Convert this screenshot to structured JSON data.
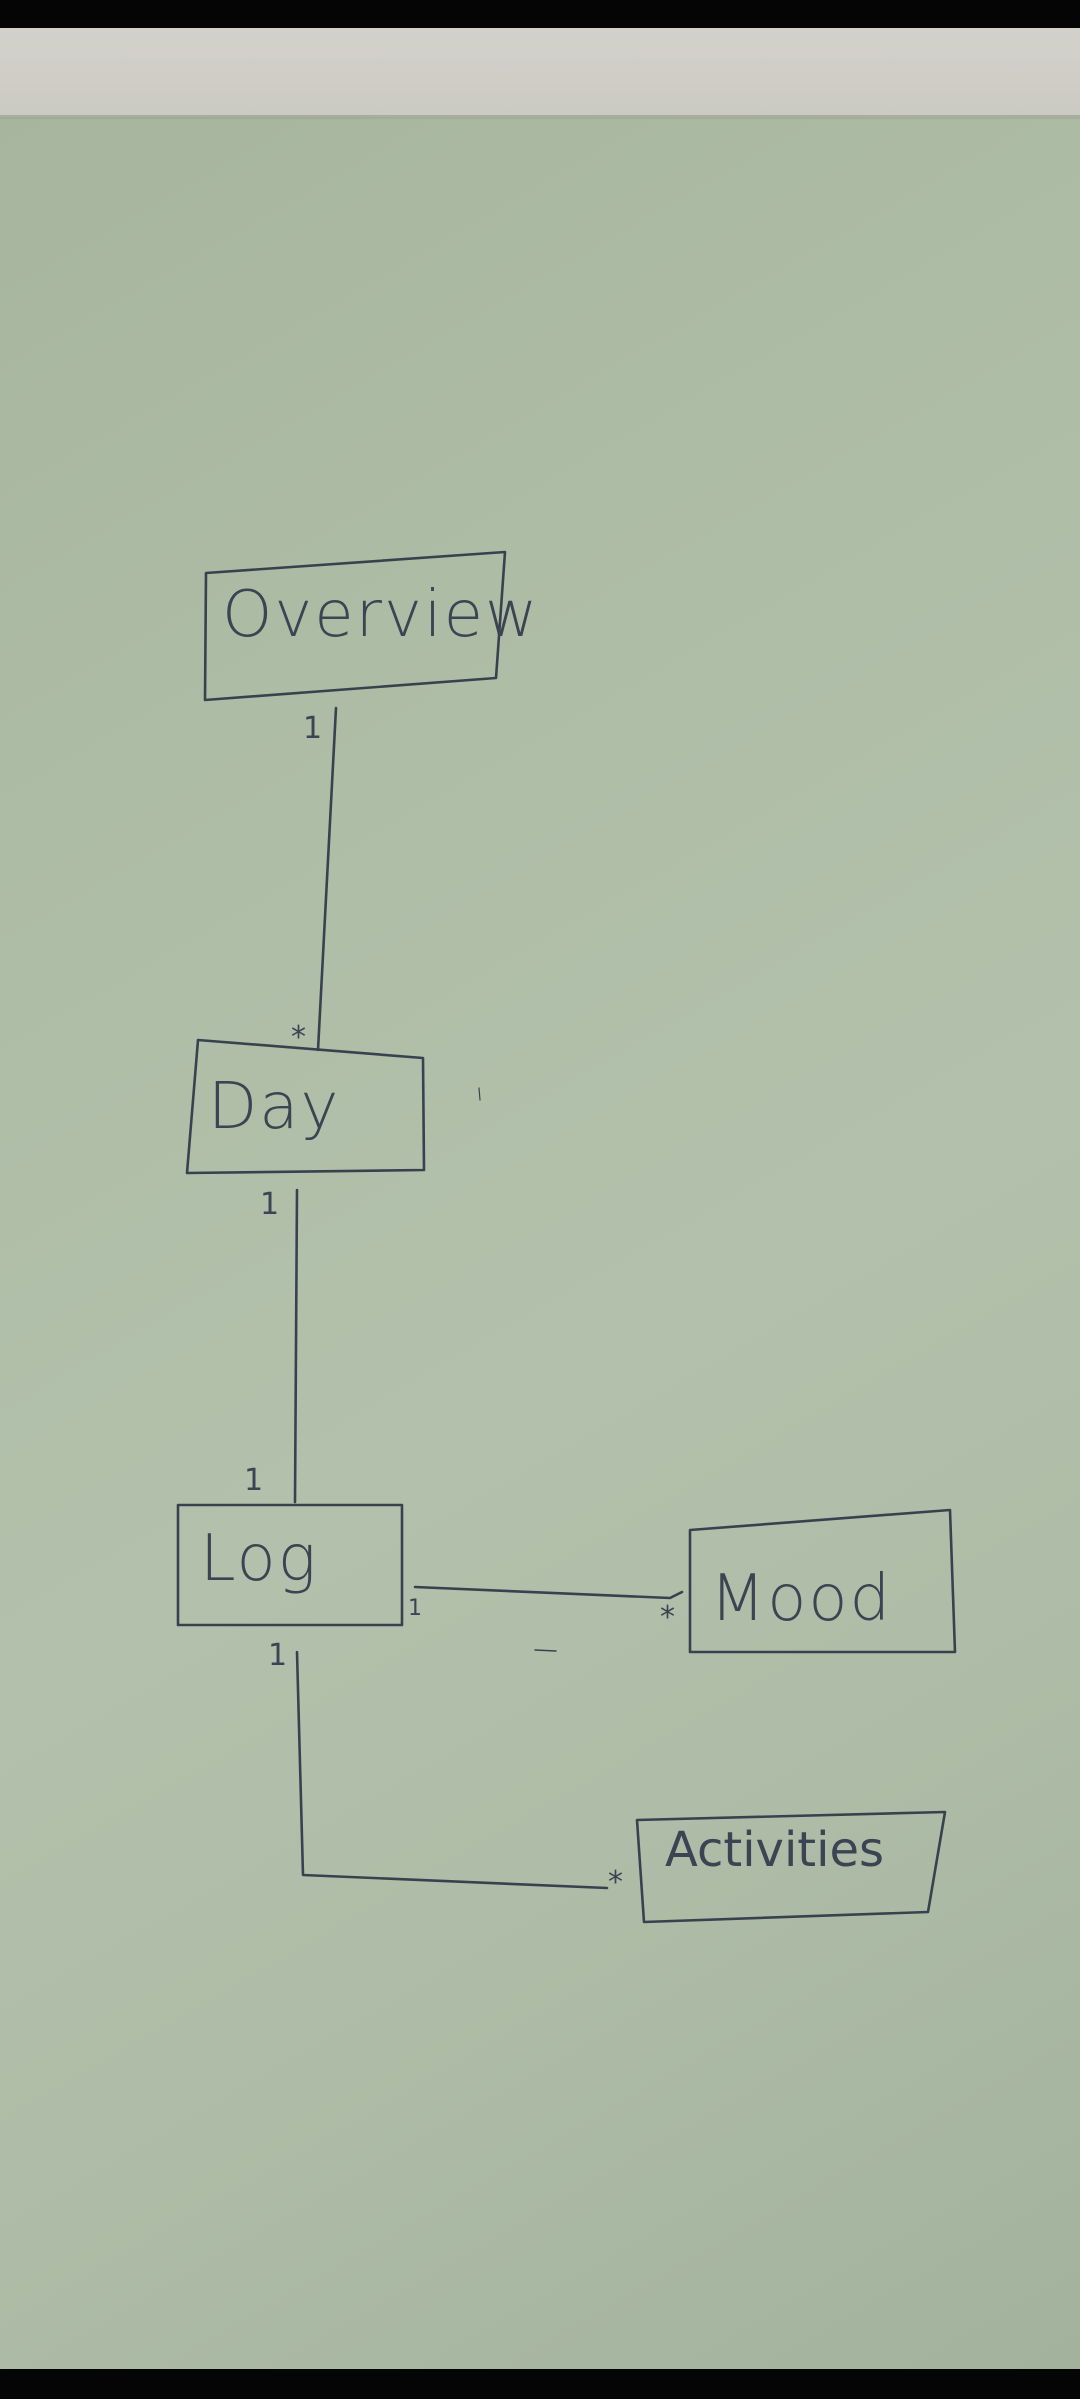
{
  "diagram": {
    "entities": {
      "overview": "Overview",
      "day": "Day",
      "log": "Log",
      "mood": "Mood",
      "activities": "Activities"
    },
    "relations": [
      {
        "from": "Overview",
        "to": "Day",
        "from_multiplicity": "1",
        "to_multiplicity": "*"
      },
      {
        "from": "Day",
        "to": "Log",
        "from_multiplicity": "1",
        "to_multiplicity": "1"
      },
      {
        "from": "Log",
        "to": "Mood",
        "from_multiplicity": "1",
        "to_multiplicity": "*"
      },
      {
        "from": "Log",
        "to": "Activities",
        "from_multiplicity": "1",
        "to_multiplicity": "*"
      }
    ],
    "multiplicities": {
      "overview_day_one": "1",
      "overview_day_many": "*",
      "day_log_one_top": "1",
      "day_log_one_bottom": "1",
      "log_mood_one": "1",
      "log_mood_many": "*",
      "log_activities_one": "1",
      "log_activities_many": "*"
    }
  },
  "colors": {
    "ink": "#38424f",
    "paper": "#aebca7"
  }
}
